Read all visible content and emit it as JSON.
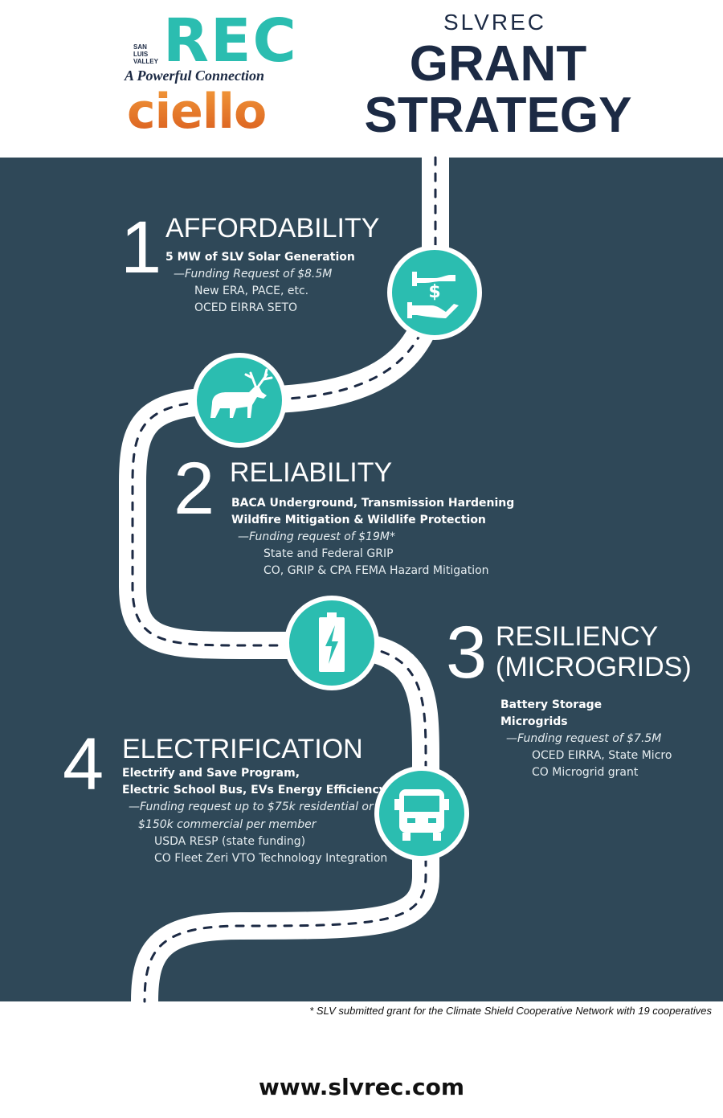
{
  "header": {
    "logo_rec": "REC",
    "logo_slv_lines": [
      "SAN",
      "LUIS",
      "VALLEY"
    ],
    "logo_tagline": "A Powerful Connection",
    "logo_ciello": "ciello",
    "title_small": "SLVREC",
    "title_big_lines": [
      "GRANT",
      "STRATEGY"
    ]
  },
  "sections": [
    {
      "number": "1",
      "heading": "AFFORDABILITY",
      "bold_lines": [
        "5 MW of SLV Solar Generation"
      ],
      "funding_lines": [
        "—Funding Request of $8.5M"
      ],
      "source_lines": [
        "New ERA, PACE, etc.",
        "OCED EIRRA SETO"
      ],
      "icon": "hand-money-icon"
    },
    {
      "number": "2",
      "heading": "RELIABILITY",
      "bold_lines": [
        "BACA Underground, Transmission Hardening",
        "Wildfire Mitigation & Wildlife Protection"
      ],
      "funding_lines": [
        "—Funding request of $19M*"
      ],
      "source_lines": [
        "State and Federal GRIP",
        "CO, GRIP & CPA FEMA Hazard Mitigation"
      ],
      "icon": "elk-icon"
    },
    {
      "number": "3",
      "heading_lines": [
        "RESILIENCY",
        "(MICROGRIDS)"
      ],
      "bold_lines": [
        "Battery Storage",
        "Microgrids"
      ],
      "funding_lines": [
        "—Funding request of $7.5M"
      ],
      "source_lines": [
        "OCED EIRRA, State Micro",
        "CO Microgrid grant"
      ],
      "icon": "battery-bolt-icon"
    },
    {
      "number": "4",
      "heading": "ELECTRIFICATION",
      "bold_lines": [
        "Electrify and Save Program,",
        "Electric School Bus, EVs Energy Efficiency"
      ],
      "funding_lines": [
        "—Funding request up to $75k residential or",
        "$150k commercial per member"
      ],
      "source_lines": [
        "USDA RESP (state funding)",
        "CO Fleet Zeri VTO Technology Integration"
      ],
      "icon": "school-bus-icon"
    }
  ],
  "colors": {
    "panel": "#2f4858",
    "teal": "#2bbdb0",
    "navy": "#1c2a44",
    "orange": "#e2702a"
  },
  "footnote": "* SLV submitted grant for the Climate Shield Cooperative Network with 19 cooperatives",
  "website": "www.slvrec.com"
}
